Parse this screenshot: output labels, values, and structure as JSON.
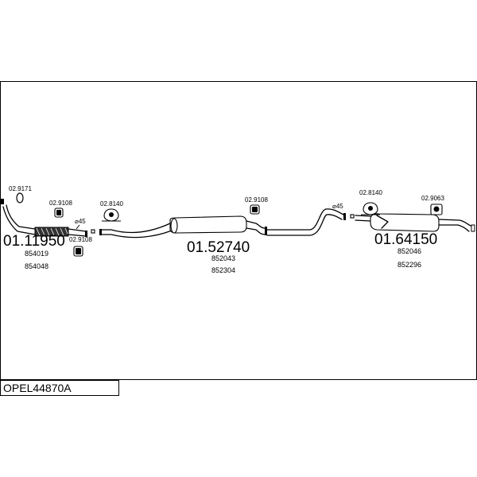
{
  "reference": "OPEL44870A",
  "sections": {
    "front": {
      "part_number": "01.11950",
      "oem_numbers": [
        "854019",
        "854048"
      ]
    },
    "middle": {
      "part_number": "01.52740",
      "oem_numbers": [
        "852043",
        "852304"
      ]
    },
    "rear": {
      "part_number": "01.64150",
      "oem_numbers": [
        "852046",
        "852296"
      ]
    }
  },
  "accessories": {
    "gasket": "02.9171",
    "rubber_front": "02.9108",
    "rubber_front_lower": "02.9108",
    "hanger_front": "02.8140",
    "rubber_middle": "02.9108",
    "hanger_rear": "02.8140",
    "rubber_rear": "02.9063"
  },
  "diameters": {
    "front": "⌀45",
    "rear": "⌀45"
  }
}
